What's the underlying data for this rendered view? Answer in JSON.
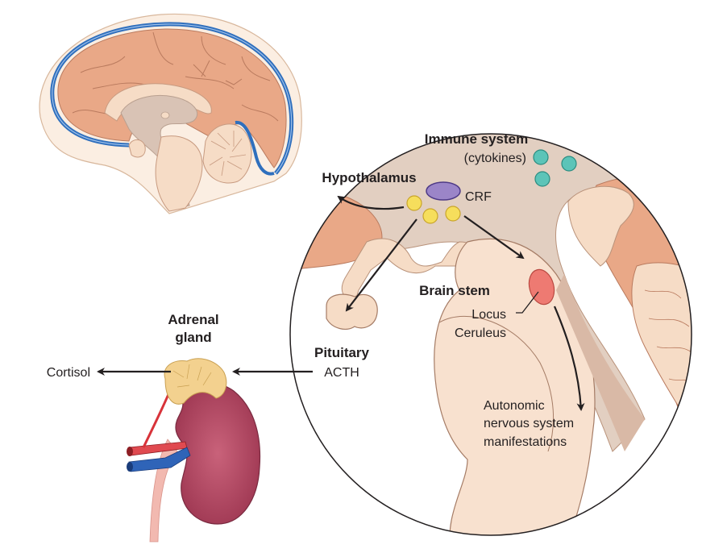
{
  "title": "Stress response pathway: hypothalamus, pituitary, adrenal gland and brain stem",
  "labels": {
    "immune_system": "Immune system",
    "cytokines": "(cytokines)",
    "hypothalamus": "Hypothalamus",
    "crf": "CRF",
    "brain_stem": "Brain stem",
    "locus": "Locus",
    "ceruleus": "Ceruleus",
    "pituitary": "Pituitary",
    "acth": "ACTH",
    "adrenal_1": "Adrenal",
    "adrenal_2": "gland",
    "cortisol": "Cortisol",
    "autonomic_1": "Autonomic",
    "autonomic_2": "nervous system",
    "autonomic_3": "manifestations"
  },
  "colors": {
    "brain_cortex": "#e9a887",
    "brain_light": "#f6dcc6",
    "tissue": "#f8e1cf",
    "gray_matter": "#d9c3b5",
    "vein_blue": "#2f6fbd",
    "cytokine_teal": "#5cc4b8",
    "crf_purple": "#9b85c8",
    "cell_yellow": "#f6de5c",
    "locus_red": "#ee7a72",
    "adrenal_yellow": "#f3d18f",
    "kidney": "#b0405c",
    "artery_red": "#d8333a",
    "vein": "#2f64b8",
    "ureter": "#f2b9b0",
    "arrow": "#231f20"
  }
}
